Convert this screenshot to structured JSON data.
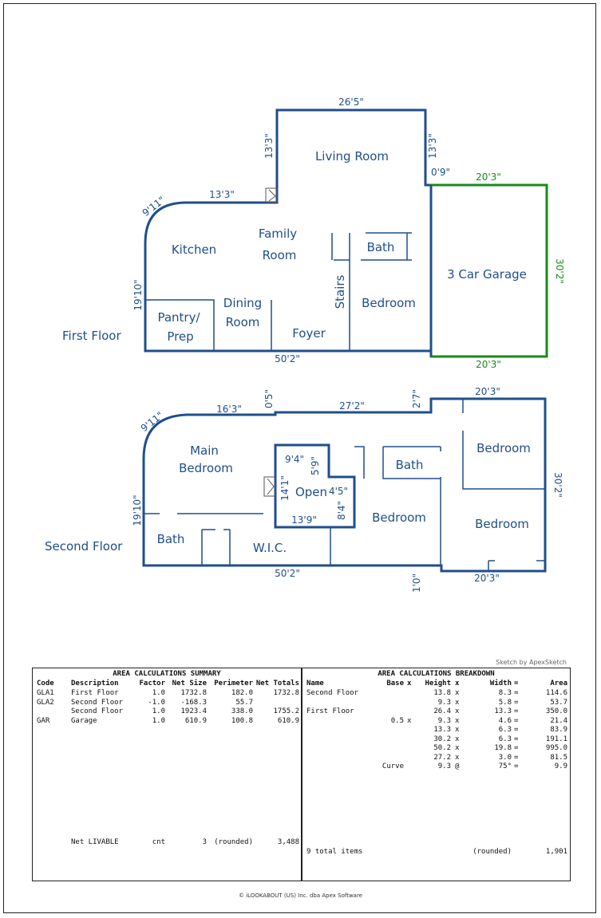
{
  "plan": {
    "floors": [
      {
        "label": "First Floor",
        "rooms": [
          "Living Room",
          "Kitchen",
          "Family",
          "Room",
          "Bath",
          "3 Car Garage",
          "Stairs",
          "Bedroom",
          "Pantry/",
          "Prep",
          "Dining",
          "Room",
          "Foyer"
        ],
        "dims": [
          "26'5\"",
          "13'3\"",
          "13'3\"",
          "0'9\"",
          "13'3\"",
          "9'11\"",
          "19'10\"",
          "50'2\""
        ],
        "garage_dims": [
          "20'3\"",
          "30'2\"",
          "20'3\""
        ]
      },
      {
        "label": "Second Floor",
        "rooms": [
          "Main",
          "Bedroom",
          "Bath",
          "W.I.C.",
          "Open",
          "Bath",
          "Bedroom",
          "Bedroom",
          "Bedroom"
        ],
        "dims": [
          "16'3\"",
          "0'5\"",
          "27'2\"",
          "2'7\"",
          "20'3\"",
          "9'11\"",
          "19'10\"",
          "50'2\"",
          "1'0\"",
          "20'3\"",
          "30'2\"",
          "9'4\"",
          "5'9\"",
          "4'5\"",
          "14'1\"",
          "8'4\"",
          "13'9\""
        ]
      }
    ]
  },
  "sketch_by": "Sketch by ApexSketch",
  "summary": {
    "title": "AREA CALCULATIONS SUMMARY",
    "headers": [
      "Code",
      "Description",
      "Factor",
      "Net Size",
      "Perimeter",
      "Net Totals"
    ],
    "rows": [
      [
        "GLA1",
        "First Floor",
        "1.0",
        "1732.8",
        "182.0",
        "1732.8"
      ],
      [
        "GLA2",
        "Second Floor",
        "-1.0",
        "-168.3",
        "55.7",
        ""
      ],
      [
        "",
        "Second Floor",
        "1.0",
        "1923.4",
        "338.0",
        "1755.2"
      ],
      [
        "GAR",
        "Garage",
        "1.0",
        "610.9",
        "100.8",
        "610.9"
      ]
    ],
    "footer": [
      "Net LIVABLE",
      "cnt",
      "3",
      "(rounded)",
      "3,488"
    ]
  },
  "breakdown": {
    "title": "AREA CALCULATIONS BREAKDOWN",
    "headers": [
      "Name",
      "Base",
      "x",
      "Height",
      "x",
      "Width",
      "=",
      "Area"
    ],
    "rows": [
      [
        "Second Floor",
        "",
        "",
        "13.8",
        "x",
        "8.3",
        "=",
        "114.6"
      ],
      [
        "",
        "",
        "",
        "9.3",
        "x",
        "5.8",
        "=",
        "53.7"
      ],
      [
        "First Floor",
        "",
        "",
        "26.4",
        "x",
        "13.3",
        "=",
        "350.0"
      ],
      [
        "",
        "0.5",
        "x",
        "9.3",
        "x",
        "4.6",
        "=",
        "21.4"
      ],
      [
        "",
        "",
        "",
        "13.3",
        "x",
        "6.3",
        "=",
        "83.9"
      ],
      [
        "",
        "",
        "",
        "30.2",
        "x",
        "6.3",
        "=",
        "191.1"
      ],
      [
        "",
        "",
        "",
        "50.2",
        "x",
        "19.8",
        "=",
        "995.0"
      ],
      [
        "",
        "",
        "",
        "27.2",
        "x",
        "3.0",
        "=",
        "81.5"
      ],
      [
        "",
        "Curve",
        "",
        "9.3",
        "@",
        "75°",
        "=",
        "9.9"
      ]
    ],
    "footer": [
      "9 total items",
      "(rounded)",
      "1,901"
    ]
  },
  "copyright": "© iLOOKABOUT (US) Inc. dba Apex Software"
}
